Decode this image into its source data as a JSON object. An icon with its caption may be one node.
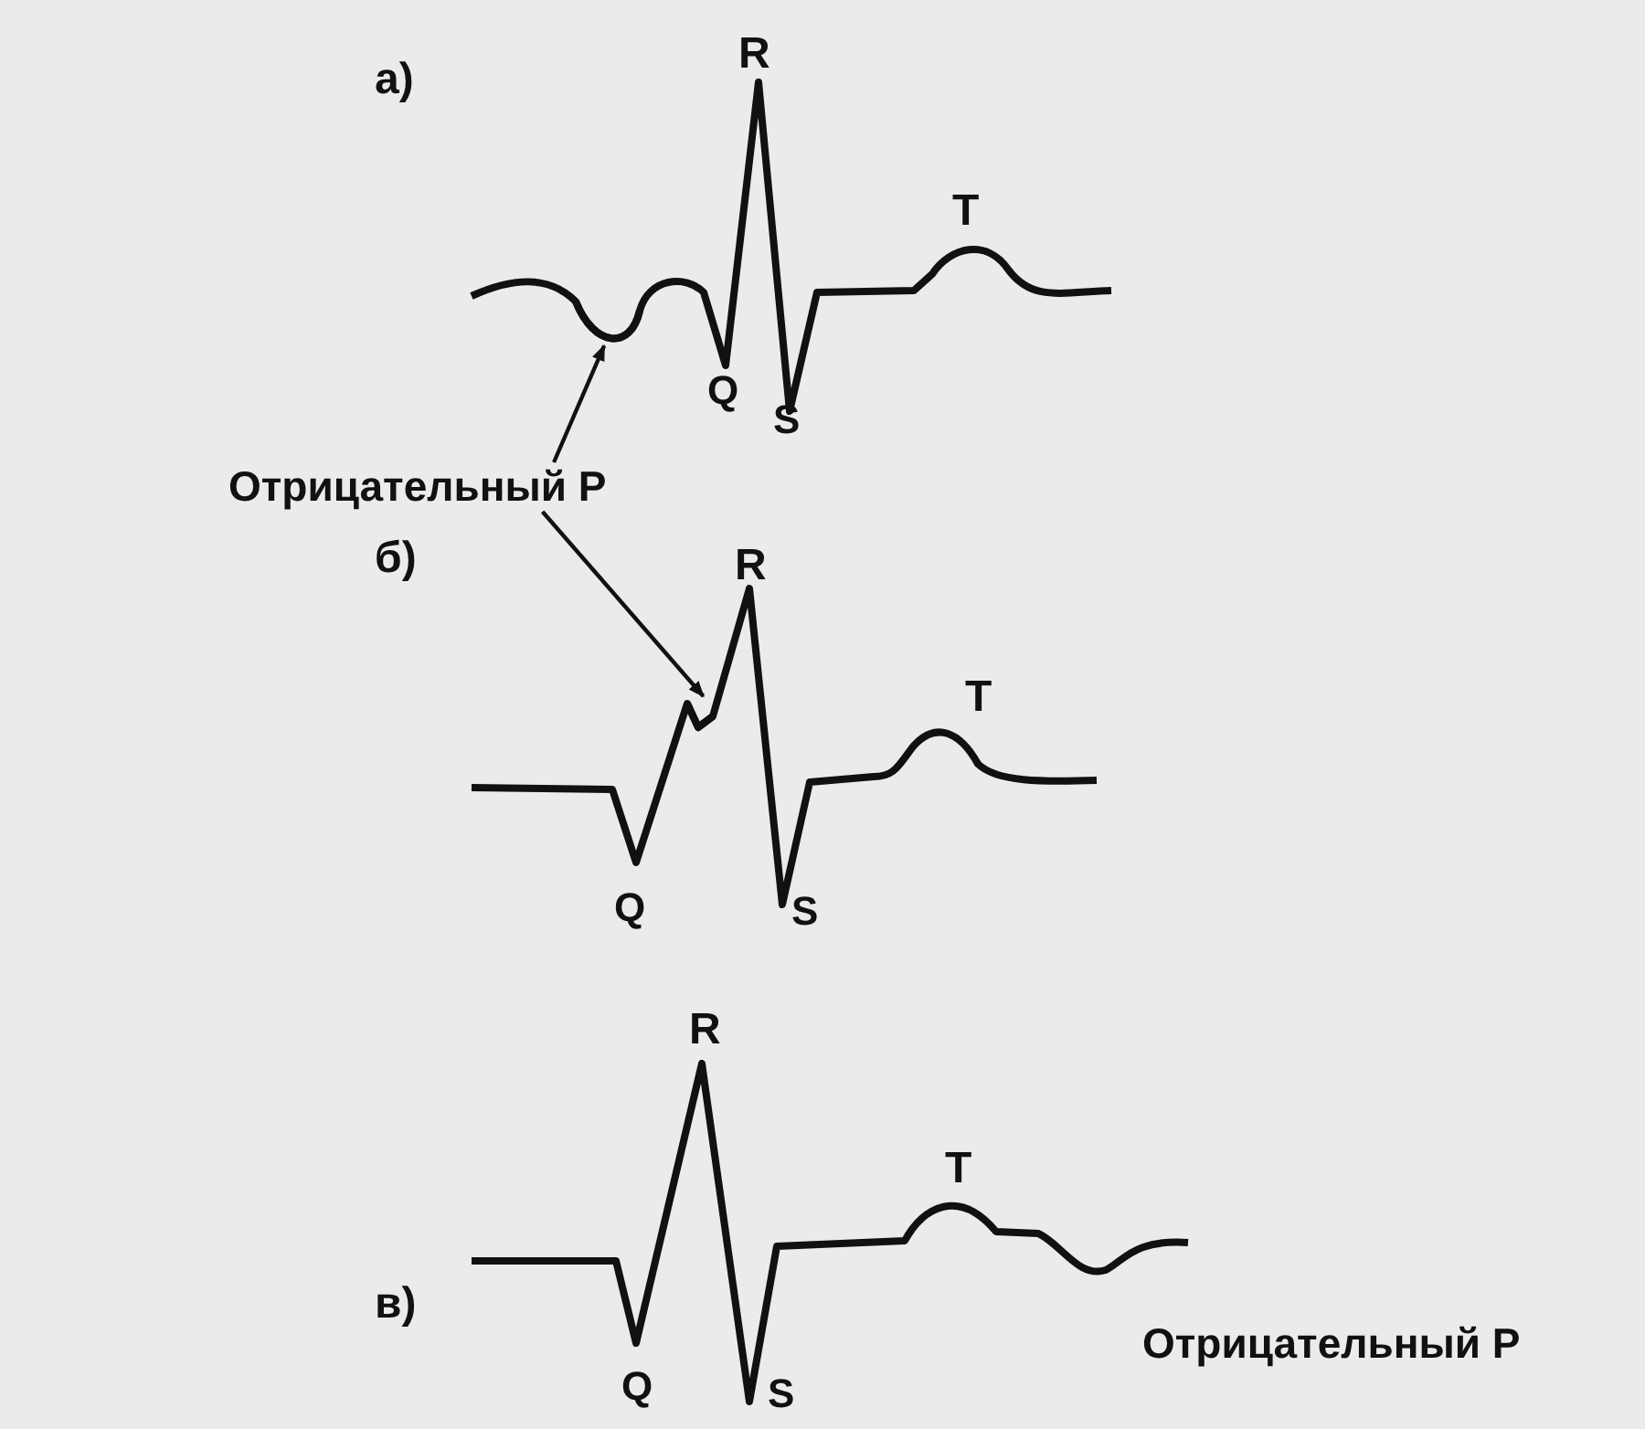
{
  "diagram": {
    "nodes": [
      {
        "text": [
          "Отрицательный P"
        ]
      },
      {
        "text": [],
        "shape": "curve"
      },
      {
        "text": [],
        "shape": "curve"
      }
    ],
    "edges": [
      {
        "from": 0,
        "to": 1,
        "arrow": "to"
      },
      {
        "from": 0,
        "to": 2,
        "arrow": "to"
      }
    ],
    "labels": [
      "а)",
      "R",
      "T",
      "Q",
      "S",
      "б)",
      "R",
      "T",
      "Q",
      "S",
      "в)",
      "R",
      "T",
      "Q",
      "S",
      "Отрицательный P"
    ]
  }
}
